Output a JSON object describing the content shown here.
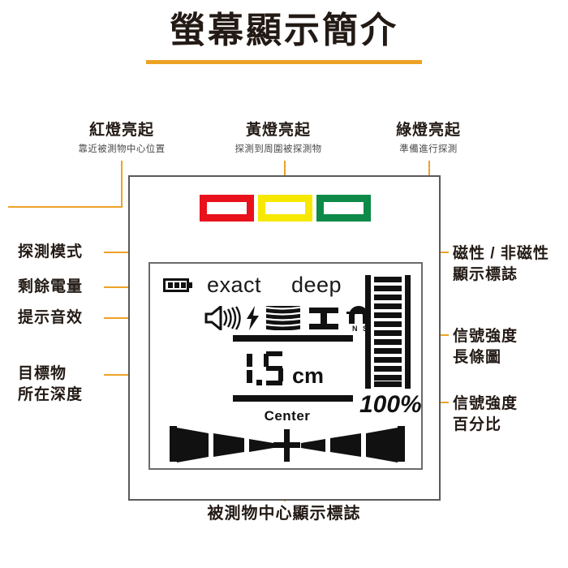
{
  "page": {
    "title": "螢幕顯示簡介",
    "accent_color": "#eda224",
    "text_color": "#231a15"
  },
  "callouts": {
    "red_led": {
      "title": "紅燈亮起",
      "subtitle": "靠近被測物中心位置"
    },
    "yellow_led": {
      "title": "黃燈亮起",
      "subtitle": "探測到周圍被探測物"
    },
    "green_led": {
      "title": "綠燈亮起",
      "subtitle": "準備進行探測"
    },
    "detect_mode": {
      "title": "探測模式"
    },
    "battery": {
      "title": "剩餘電量"
    },
    "sound": {
      "title": "提示音效"
    },
    "depth": {
      "line1": "目標物",
      "line2": "所在深度"
    },
    "magnetic": {
      "line1": "磁性 / 非磁性",
      "line2": "顯示標誌"
    },
    "signal_bar": {
      "line1": "信號強度",
      "line2": "長條圖"
    },
    "signal_pct": {
      "line1": "信號強度",
      "line2": "百分比"
    },
    "center_mark": {
      "title": "被測物中心顯示標誌"
    }
  },
  "leds": [
    {
      "name": "red",
      "color": "#e8111c"
    },
    {
      "name": "yellow",
      "color": "#f7e800"
    },
    {
      "name": "green",
      "color": "#0d8a48"
    }
  ],
  "lcd": {
    "mode_exact": "exact",
    "mode_deep": "deep",
    "depth_value": "1.5",
    "depth_unit": "cm",
    "signal_percent": "100%",
    "center_text": "Center",
    "battery_cells": 3,
    "signal_bar_segments": 13,
    "icons": [
      "battery-icon",
      "speaker-icon",
      "lightning-bolt-icon",
      "wood-grain-icon",
      "i-beam-icon",
      "magnet-ns-icon"
    ]
  }
}
